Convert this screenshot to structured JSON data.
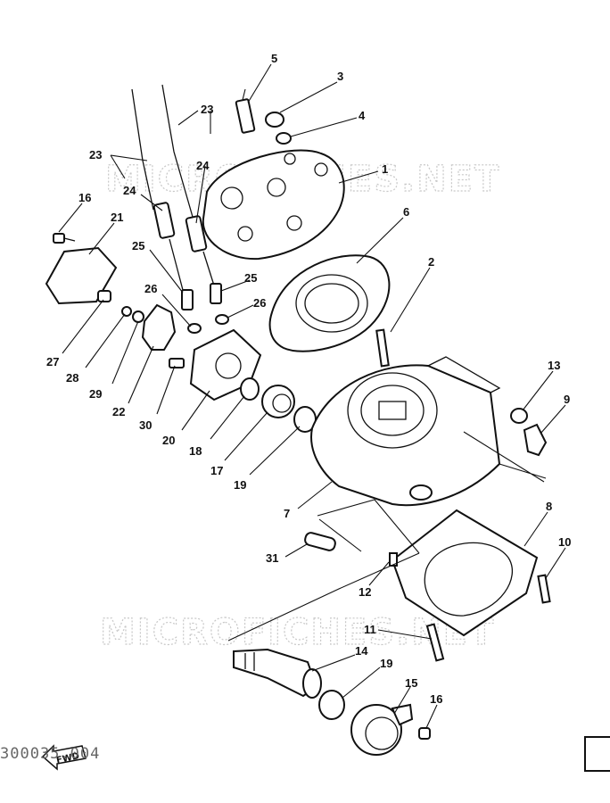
{
  "watermark_text": "MICROFICHES.NET",
  "fwd_label": "FWD",
  "drawing_code": "300035.004",
  "callouts": [
    "5",
    "3",
    "4",
    "1",
    "23",
    "23",
    "24",
    "24",
    "16",
    "21",
    "6",
    "2",
    "25",
    "25",
    "26",
    "26",
    "27",
    "28",
    "29",
    "22",
    "30",
    "20",
    "18",
    "17",
    "19",
    "13",
    "9",
    "7",
    "8",
    "31",
    "10",
    "12",
    "11",
    "14",
    "19",
    "15",
    "16"
  ]
}
